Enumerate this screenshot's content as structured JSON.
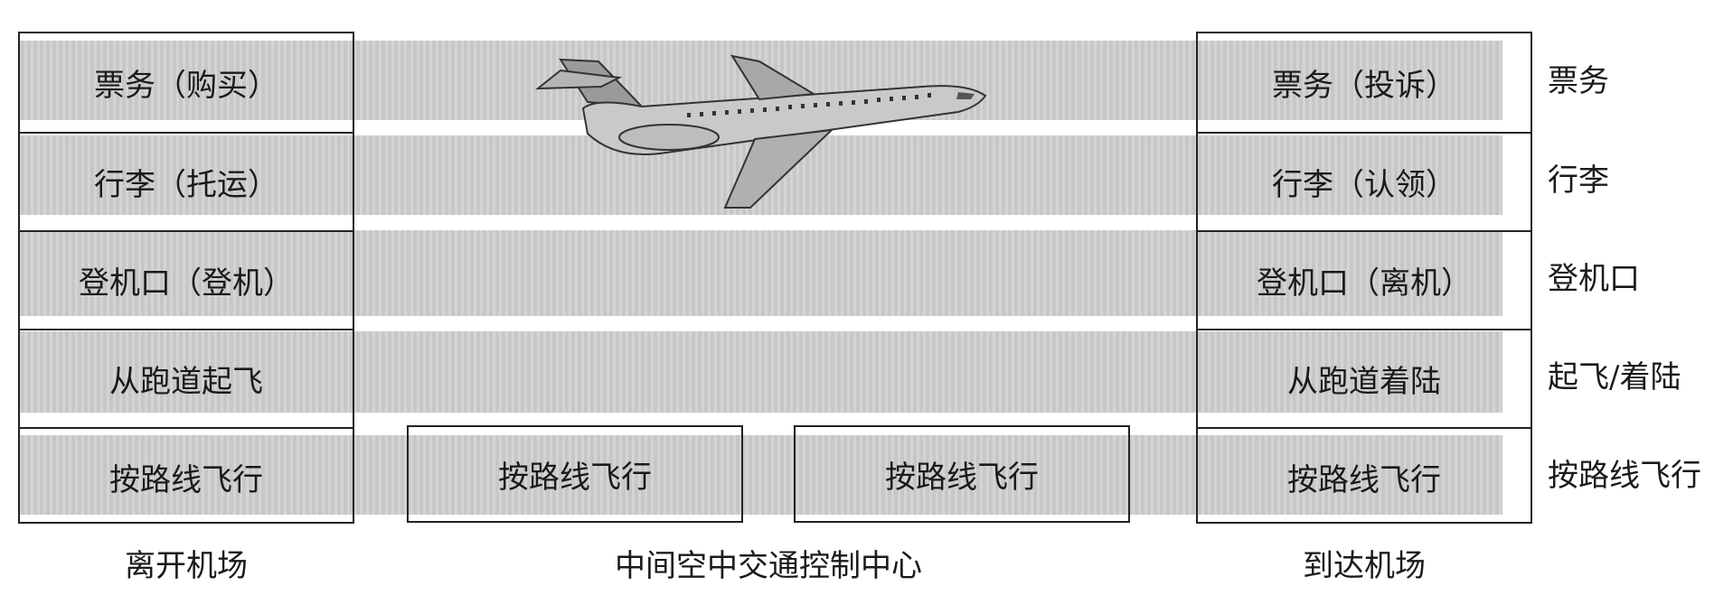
{
  "left_column": {
    "cells": [
      "票务（购买）",
      "行李（托运）",
      "登机口（登机）",
      "从跑道起飞",
      "按路线飞行"
    ],
    "caption": "离开机场"
  },
  "middle": {
    "boxes": [
      "按路线飞行",
      "按路线飞行"
    ],
    "caption": "中间空中交通控制中心"
  },
  "right_column": {
    "cells": [
      "票务（投诉）",
      "行李（认领）",
      "登机口（离机）",
      "从跑道着陆",
      "按路线飞行"
    ],
    "caption": "到达机场"
  },
  "layer_labels": [
    "票务",
    "行李",
    "登机口",
    "起飞/着陆",
    "按路线飞行"
  ],
  "colors": {
    "band": "#cfcfcf",
    "border": "#222222"
  },
  "illustration": "airplane-icon"
}
